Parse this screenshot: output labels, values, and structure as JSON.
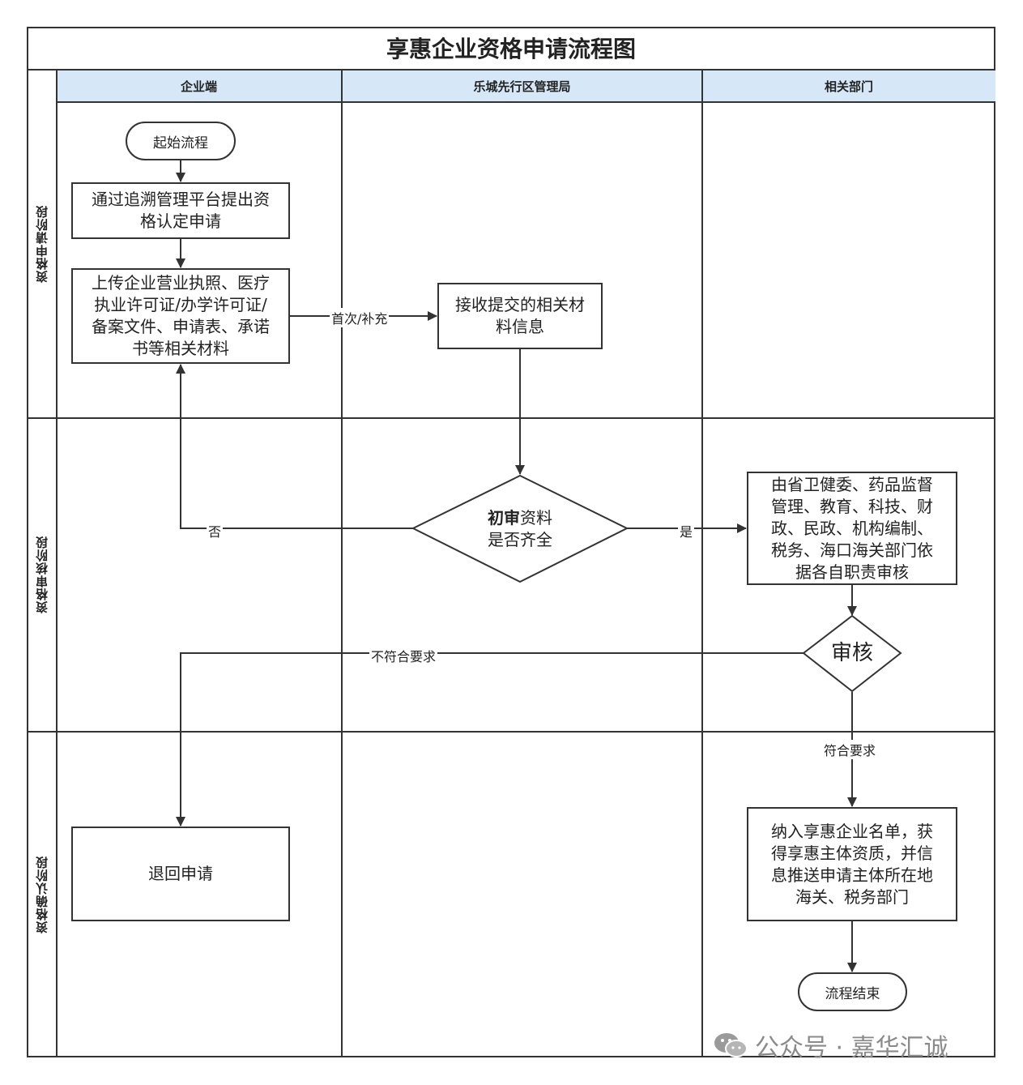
{
  "title": "享惠企业资格申请流程图",
  "lanes": [
    "企业端",
    "乐城先行区管理局",
    "相关部门"
  ],
  "phases": [
    "资格申请阶段",
    "资格审核阶段",
    "资格确认阶段"
  ],
  "nodes": {
    "start": "起始流程",
    "submit_line1": "通过追溯管理平台提出资",
    "submit_line2": "格认定申请",
    "upload_line1": "上传企业营业执照、医疗",
    "upload_line2": "执业许可证/办学许可证/",
    "upload_line3": "备案文件、申请表、承诺",
    "upload_line4": "书等相关材料",
    "receive_line1": "接收提交的相关材",
    "receive_line2": "料信息",
    "initial_review_bold": "初审",
    "initial_review_rest": "资料",
    "initial_review_line2": "是否齐全",
    "dept_review_line1": "由省卫健委、药品监督",
    "dept_review_line2": "管理、教育、科技、财",
    "dept_review_line3": "政、民政、机构编制、",
    "dept_review_line4": "税务、海口海关部门依",
    "dept_review_line5": "据各自职责审核",
    "audit": "审核",
    "reject": "退回申请",
    "include_line1": "纳入享惠企业名单，获",
    "include_line2": "得享惠主体资质，并信",
    "include_line3": "息推送申请主体所在地",
    "include_line4": "海关、税务部门",
    "end": "流程结束"
  },
  "edges": {
    "first_or_supplement": "首次/补充",
    "no": "否",
    "yes": "是",
    "not_meet": "不符合要求",
    "meet": "符合要求"
  },
  "watermark": "公众号 · 嘉华汇诚",
  "colors": {
    "lane_header_bg": "#d6e8f7",
    "line": "#333333"
  }
}
